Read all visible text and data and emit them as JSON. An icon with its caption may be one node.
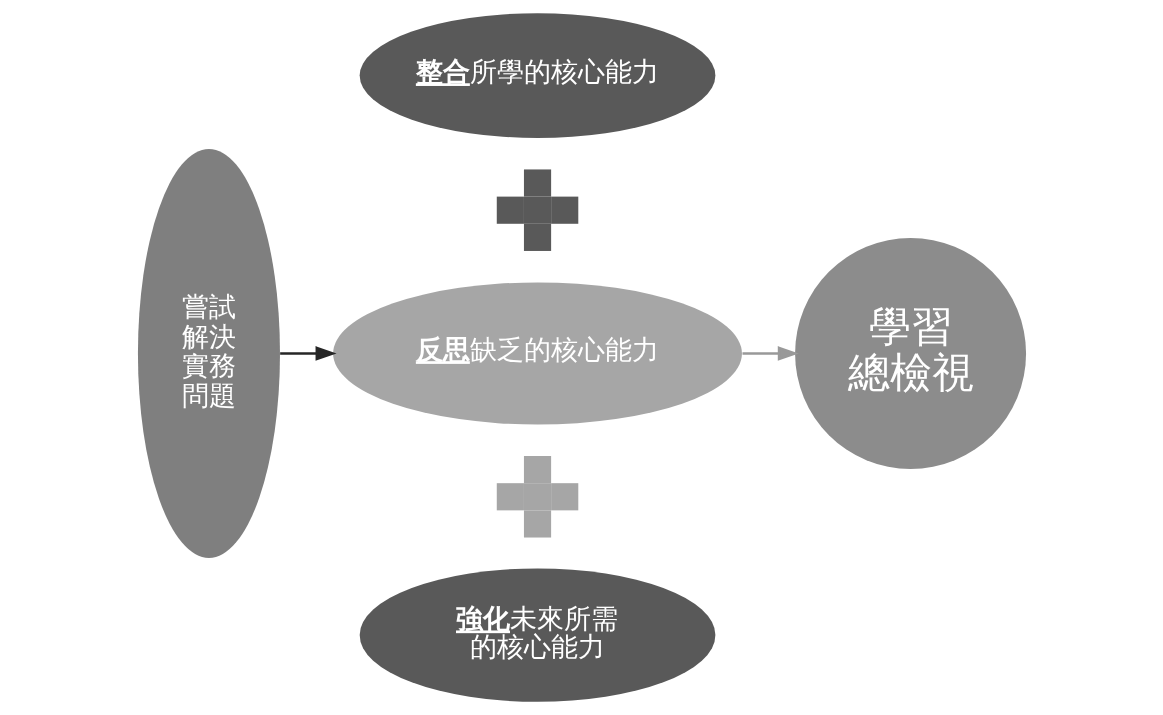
{
  "diagram": {
    "nodes": [
      {
        "text": [
          "嘗試解決實務問題"
        ]
      },
      {
        "text": [
          "**整合**所學的核心能力"
        ]
      },
      {
        "text": [],
        "shape": "plus"
      },
      {
        "text": [
          "**反思**缺乏的核心能力"
        ]
      },
      {
        "text": [],
        "shape": "plus"
      },
      {
        "text": [
          "**強化**未來所需的核心能力"
        ]
      },
      {
        "text": [
          "學習",
          "總檢視"
        ]
      }
    ],
    "edges": [
      {
        "from": 0,
        "to": 3,
        "arrow": "to",
        "color": "#262626"
      },
      {
        "from": 3,
        "to": 6,
        "arrow": "to",
        "color": "#999999"
      }
    ]
  }
}
